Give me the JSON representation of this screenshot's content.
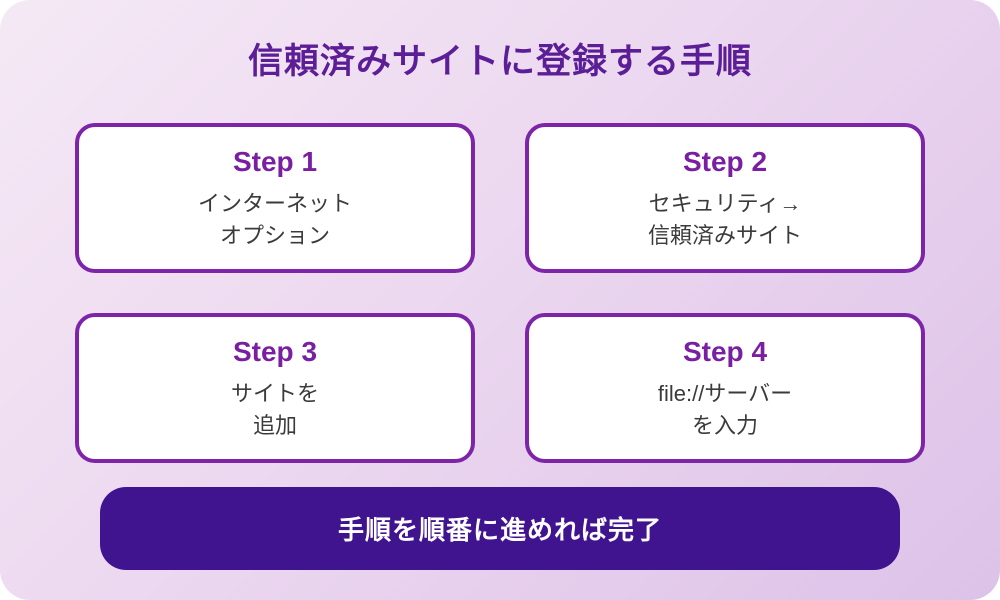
{
  "title": "信頼済みサイトに登録する手順",
  "steps": [
    {
      "label": "Step 1",
      "line1": "インターネット",
      "line2": "オプション"
    },
    {
      "label": "Step 2",
      "line1": "セキュリティ→",
      "line2": "信頼済みサイト"
    },
    {
      "label": "Step 3",
      "line1": "サイトを",
      "line2": "追加"
    },
    {
      "label": "Step 4",
      "line1": "file://サーバー",
      "line2": "を入力"
    }
  ],
  "footer": {
    "label": "手順を順番に進めれば完了"
  },
  "colors": {
    "background_gradient_start": "#f5e9f5",
    "background_gradient_end": "#ddc2e8",
    "title_text": "#5b1e96",
    "card_border": "#7d24a8",
    "step_heading": "#7b1fa2",
    "card_body_text": "#3b3b3b",
    "banner_background": "#41148f",
    "banner_text": "#ffffff",
    "card_background": "#ffffff"
  }
}
